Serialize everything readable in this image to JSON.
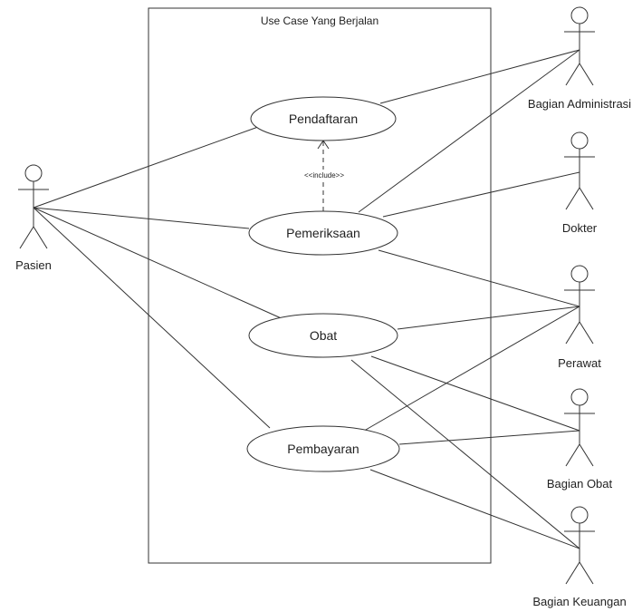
{
  "system": {
    "title": "Use Case Yang Berjalan"
  },
  "use_cases": [
    {
      "id": "pendaftaran",
      "label": "Pendaftaran"
    },
    {
      "id": "pemeriksaan",
      "label": "Pemeriksaan"
    },
    {
      "id": "obat",
      "label": "Obat"
    },
    {
      "id": "pembayaran",
      "label": "Pembayaran"
    }
  ],
  "actors": [
    {
      "id": "pasien",
      "label": "Pasien"
    },
    {
      "id": "bagian-administrasi",
      "label": "Bagian Administrasi"
    },
    {
      "id": "dokter",
      "label": "Dokter"
    },
    {
      "id": "perawat",
      "label": "Perawat"
    },
    {
      "id": "bagian-obat",
      "label": "Bagian Obat"
    },
    {
      "id": "bagian-keuangan",
      "label": "Bagian Keuangan"
    }
  ],
  "relationships": {
    "include": {
      "from": "pemeriksaan",
      "to": "pendaftaran",
      "label": "<<include>>"
    },
    "associations": [
      [
        "pasien",
        "pendaftaran"
      ],
      [
        "pasien",
        "pemeriksaan"
      ],
      [
        "pasien",
        "obat"
      ],
      [
        "pasien",
        "pembayaran"
      ],
      [
        "bagian-administrasi",
        "pendaftaran"
      ],
      [
        "bagian-administrasi",
        "pemeriksaan"
      ],
      [
        "dokter",
        "pemeriksaan"
      ],
      [
        "perawat",
        "pemeriksaan"
      ],
      [
        "perawat",
        "obat"
      ],
      [
        "perawat",
        "pembayaran"
      ],
      [
        "bagian-obat",
        "obat"
      ],
      [
        "bagian-obat",
        "pembayaran"
      ],
      [
        "bagian-keuangan",
        "obat"
      ],
      [
        "bagian-keuangan",
        "pembayaran"
      ]
    ]
  }
}
